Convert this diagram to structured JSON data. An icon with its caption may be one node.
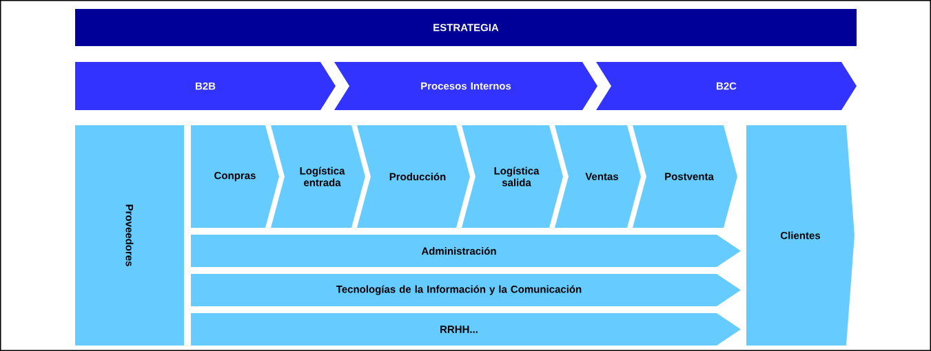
{
  "diagram": {
    "nodes": [
      {
        "text": [
          "ESTRATEGIA"
        ]
      },
      {
        "text": [
          "B2B"
        ]
      },
      {
        "text": [
          "Procesos Internos"
        ]
      },
      {
        "text": [
          "B2C"
        ]
      },
      {
        "text": [
          "Proveedores"
        ]
      },
      {
        "text": [
          "Conpras"
        ]
      },
      {
        "text": [
          "Logística entrada"
        ]
      },
      {
        "text": [
          "Producción"
        ]
      },
      {
        "text": [
          "Logística salida"
        ]
      },
      {
        "text": [
          "Ventas"
        ]
      },
      {
        "text": [
          "Postventa"
        ]
      },
      {
        "text": [
          "Clientes"
        ]
      },
      {
        "text": [
          "Administración"
        ]
      },
      {
        "text": [
          "Tecnologías de la Información y la Comunicación"
        ]
      },
      {
        "text": [
          "RRHH..."
        ]
      }
    ],
    "edges": []
  }
}
